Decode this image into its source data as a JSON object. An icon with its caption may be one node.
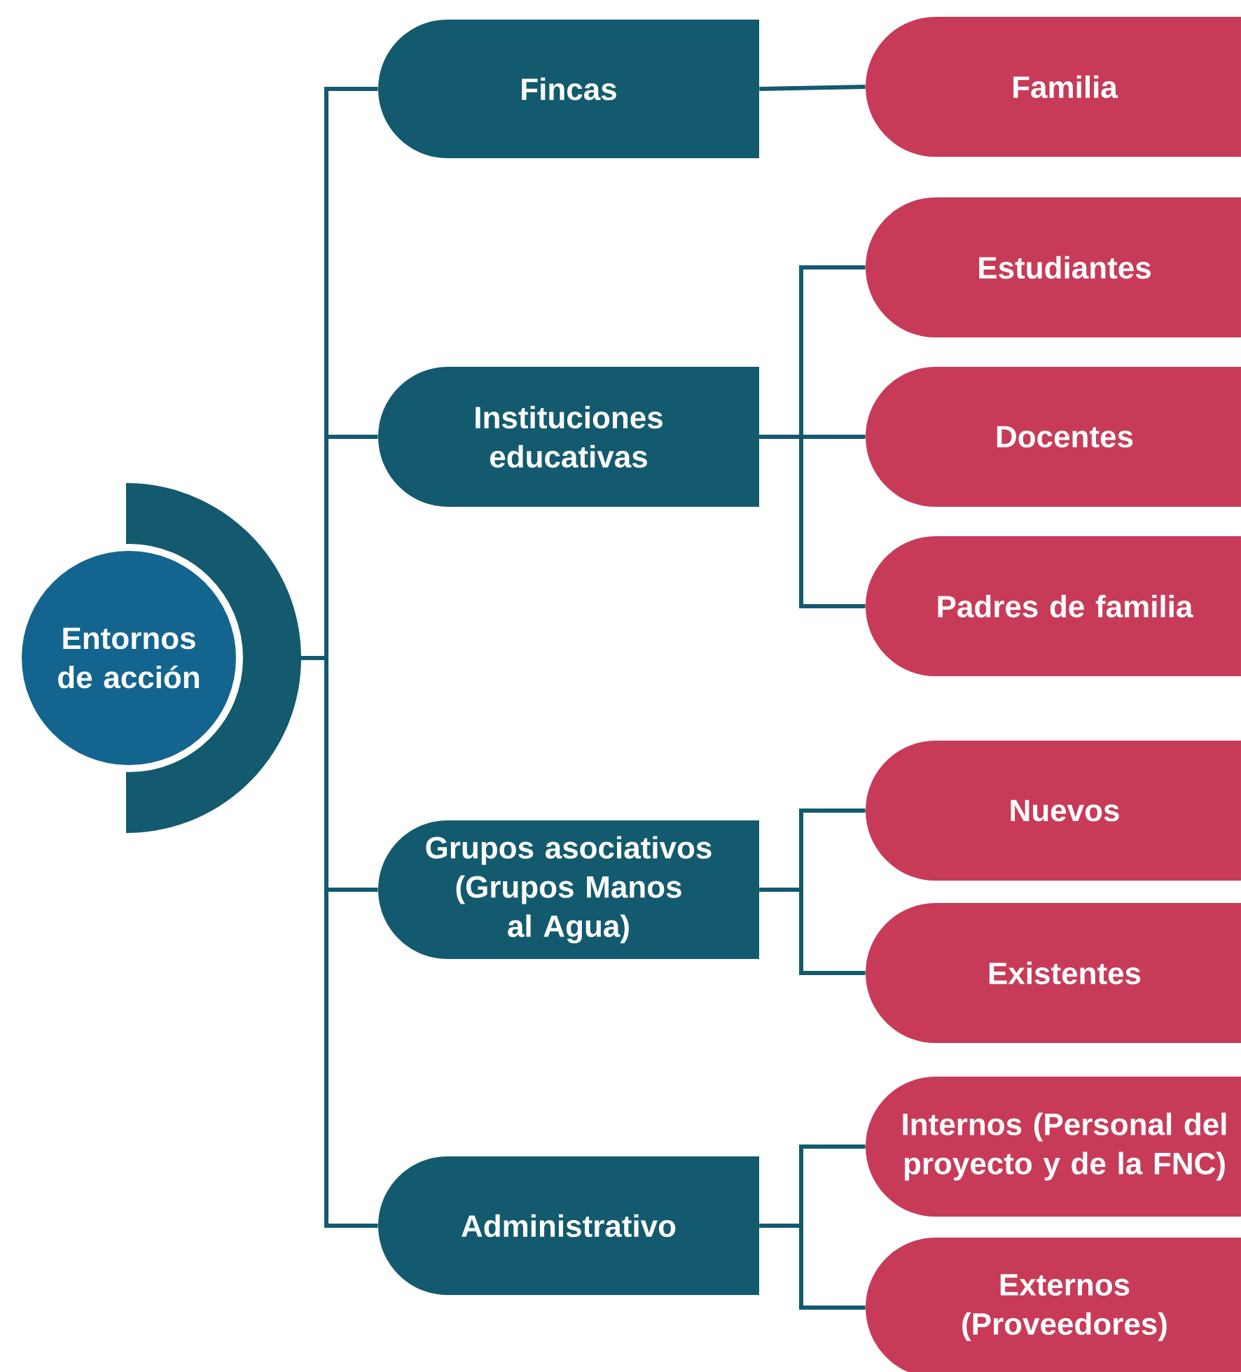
{
  "diagram": {
    "nodes": [
      {
        "text": [
          "Entornos de acción"
        ]
      },
      {
        "text": [
          "Fincas"
        ]
      },
      {
        "text": [
          "Instituciones educativas"
        ]
      },
      {
        "text": [
          "Grupos asociativos (Grupos Manos al Agua)"
        ]
      },
      {
        "text": [
          "Administrativo"
        ]
      },
      {
        "text": [
          "Familia"
        ]
      },
      {
        "text": [
          "Estudiantes"
        ]
      },
      {
        "text": [
          "Docentes"
        ]
      },
      {
        "text": [
          "Padres de familia"
        ]
      },
      {
        "text": [
          "Nuevos"
        ]
      },
      {
        "text": [
          "Existentes"
        ]
      },
      {
        "text": [
          "Internos (Personal del proyecto y de la FNC)"
        ]
      },
      {
        "text": [
          "Externos (Proveedores)"
        ]
      }
    ],
    "edges": [
      {
        "from": 0,
        "to": 1,
        "arrow": "none"
      },
      {
        "from": 0,
        "to": 2,
        "arrow": "none"
      },
      {
        "from": 0,
        "to": 3,
        "arrow": "none"
      },
      {
        "from": 0,
        "to": 4,
        "arrow": "none"
      },
      {
        "from": 1,
        "to": 5,
        "arrow": "none"
      },
      {
        "from": 2,
        "to": 6,
        "arrow": "none"
      },
      {
        "from": 2,
        "to": 7,
        "arrow": "none"
      },
      {
        "from": 2,
        "to": 8,
        "arrow": "none"
      },
      {
        "from": 3,
        "to": 9,
        "arrow": "none"
      },
      {
        "from": 3,
        "to": 10,
        "arrow": "none"
      },
      {
        "from": 4,
        "to": 11,
        "arrow": "none"
      },
      {
        "from": 4,
        "to": 12,
        "arrow": "none"
      }
    ]
  }
}
